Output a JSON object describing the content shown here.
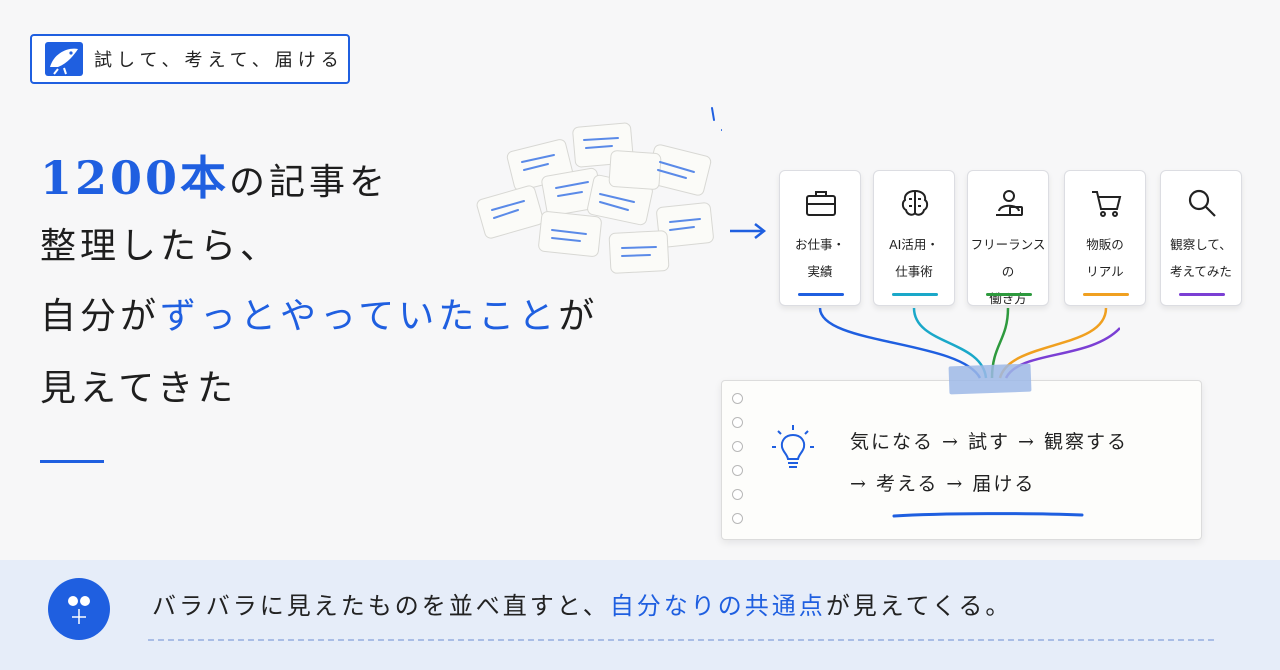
{
  "brand": {
    "tagline": "試して、考えて、届ける",
    "logo_icon": "whale-icon"
  },
  "headline": {
    "number": "1200本",
    "line1_rest": "の記事を",
    "line2": "整理したら、",
    "line3_pre": "自分が",
    "line3_highlight": "ずっとやっていたこと",
    "line3_post": "が",
    "line4": "見えてきた"
  },
  "illustration": {
    "scattered_cards_icon": "scattered-article-cards-icon",
    "arrow_icon": "arrow-right-icon"
  },
  "categories": [
    {
      "icon": "briefcase-icon",
      "label": "お仕事・\n実績",
      "color": "#1f5fe0"
    },
    {
      "icon": "brain-icon",
      "label": "AI活用・\n仕事術",
      "color": "#1aa8c9"
    },
    {
      "icon": "freelancer-icon",
      "label": "フリーランスの\n働き方",
      "color": "#2e9a3e"
    },
    {
      "icon": "cart-icon",
      "label": "物販の\nリアル",
      "color": "#f0a020"
    },
    {
      "icon": "magnifier-icon",
      "label": "観察して、\n考えてみた",
      "color": "#7b3fd4"
    }
  ],
  "note": {
    "icon": "lightbulb-icon",
    "line1": "気になる → 試す → 観察する",
    "line2": "→ 考える → 届ける"
  },
  "footer": {
    "icon": "connect-dots-icon",
    "text_pre": "バラバラに見えたものを並べ直すと、",
    "text_highlight": "自分なりの共通点",
    "text_post": "が見えてくる。"
  },
  "colors": {
    "accent": "#1f5fe0",
    "band": "#e6edf9"
  }
}
